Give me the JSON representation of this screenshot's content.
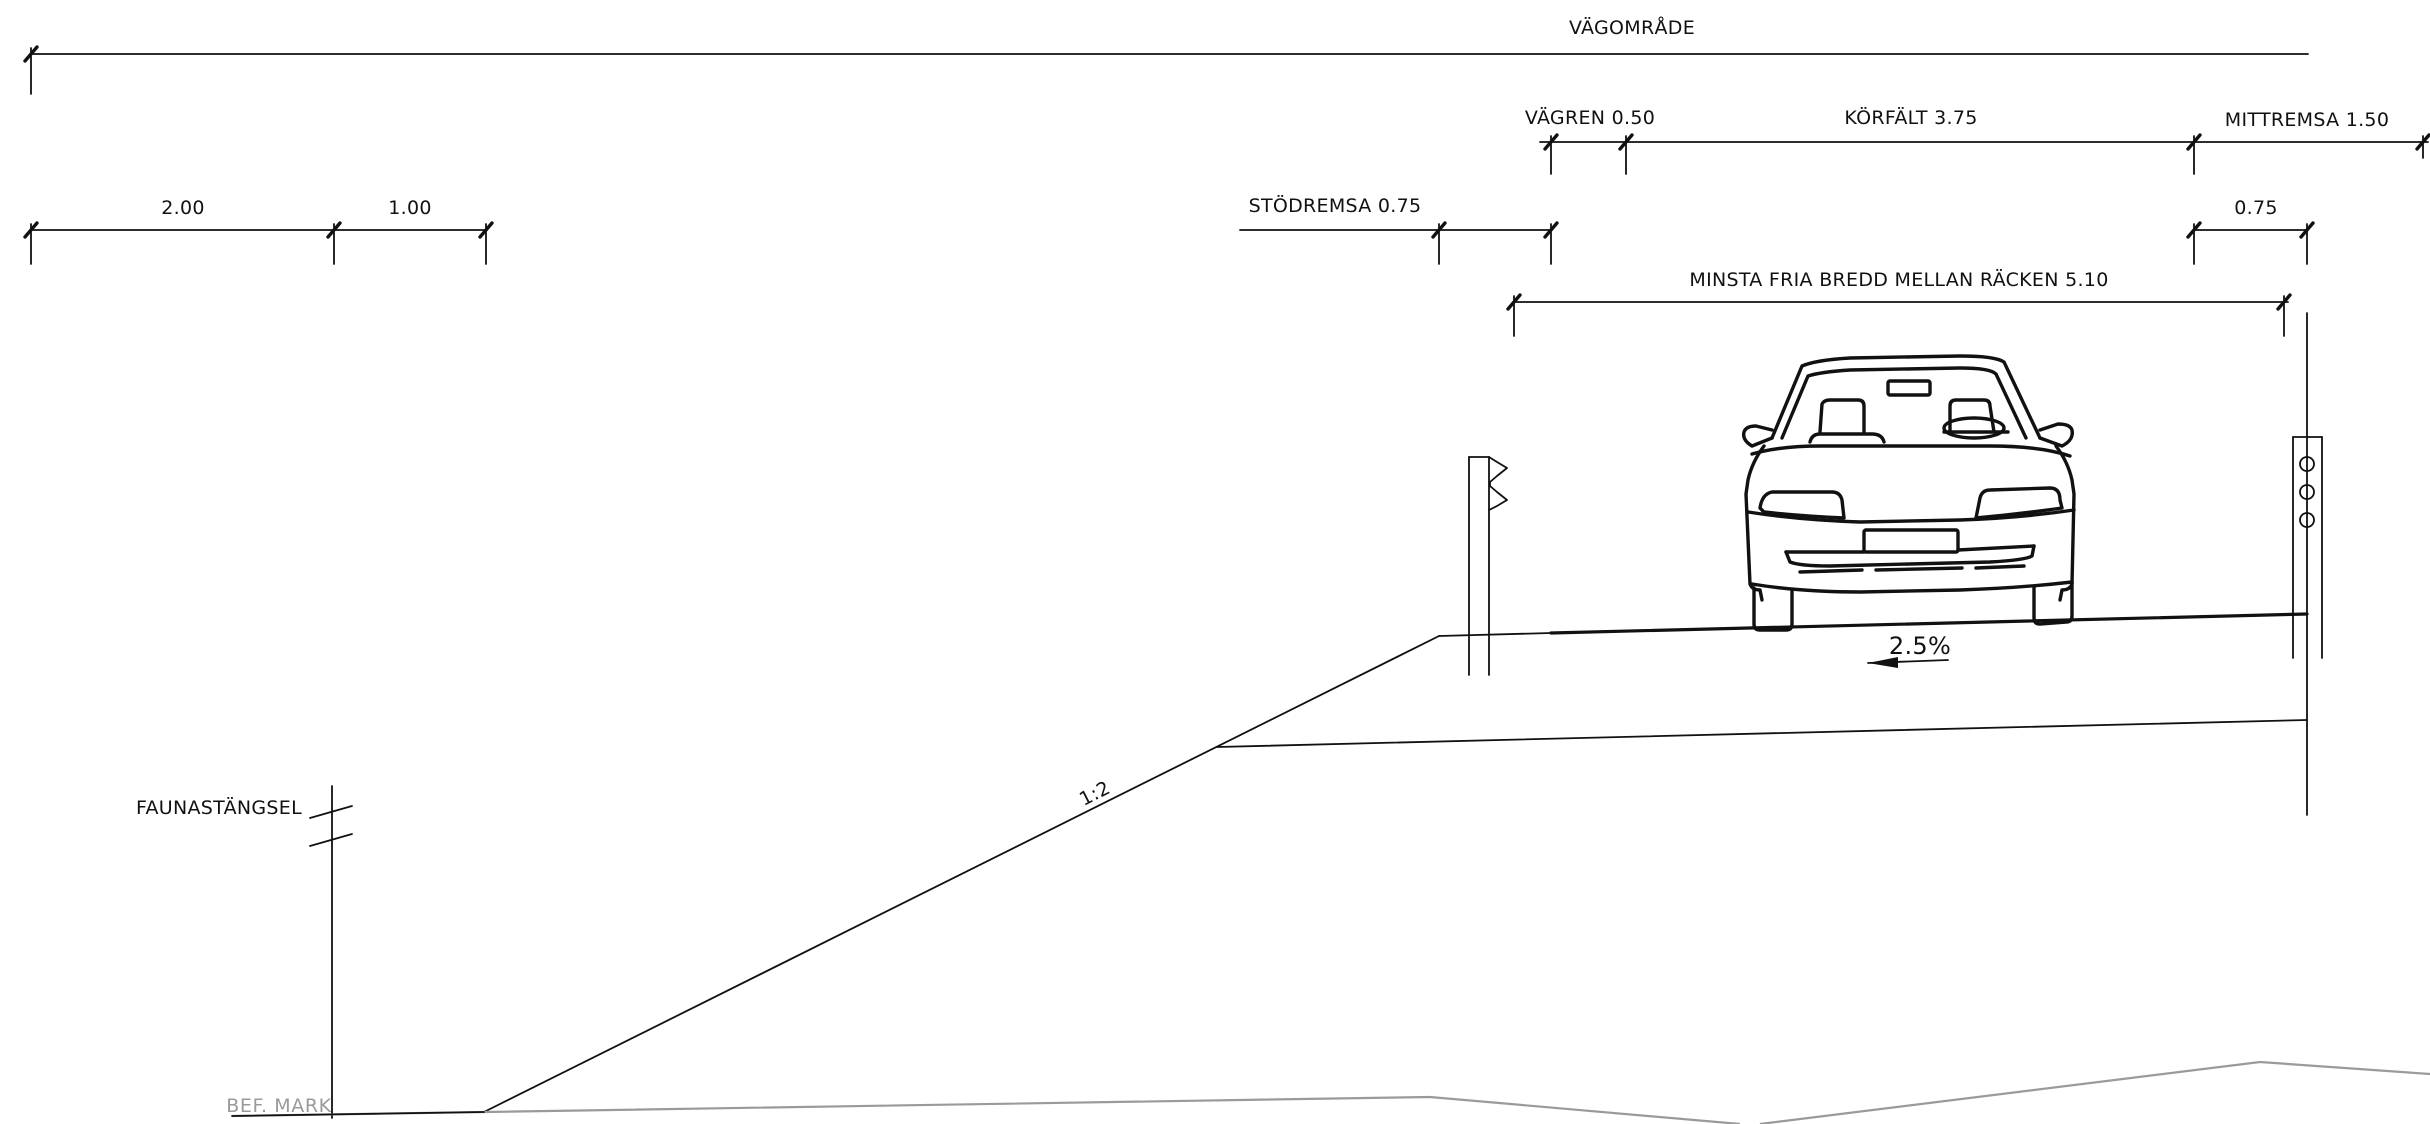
{
  "labels": {
    "vagomrade": "VÄGOMRÅDE",
    "vagren": "VÄGREN 0.50",
    "korfalt": "KÖRFÄLT 3.75",
    "mittremsa": "MITTREMSA 1.50",
    "dim_200": "2.00",
    "dim_100": "1.00",
    "stodremsa": "STÖDREMSA  0.75",
    "dim_075": "0.75",
    "minsta_fria_bredd": "MINSTA FRIA BREDD MELLAN RÄCKEN 5.10",
    "cross_slope": "2.5%",
    "embankment_slope": "1:2",
    "faunastangsel": "FAUNASTÄNGSEL",
    "bef_mark": "BEF. MARK"
  }
}
